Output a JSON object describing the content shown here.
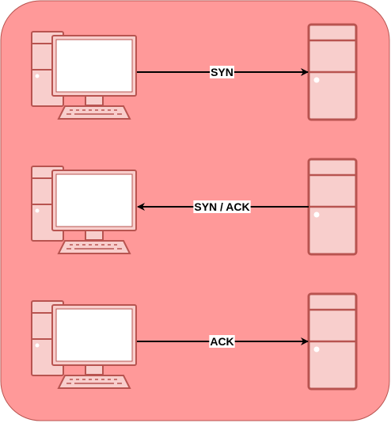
{
  "colors": {
    "panel_fill": "#ff9999",
    "panel_stroke": "#b85450",
    "device_fill": "#f8cecc",
    "device_stroke": "#b85450",
    "screen_fill": "#ffffff",
    "arrow": "#000000",
    "label_bg": "#ffffff"
  },
  "icons": {
    "client": "desktop-computer-icon",
    "server": "server-tower-icon"
  },
  "steps": [
    {
      "label": "SYN",
      "direction": "client-to-server"
    },
    {
      "label": "SYN / ACK",
      "direction": "server-to-client"
    },
    {
      "label": "ACK",
      "direction": "client-to-server"
    }
  ]
}
